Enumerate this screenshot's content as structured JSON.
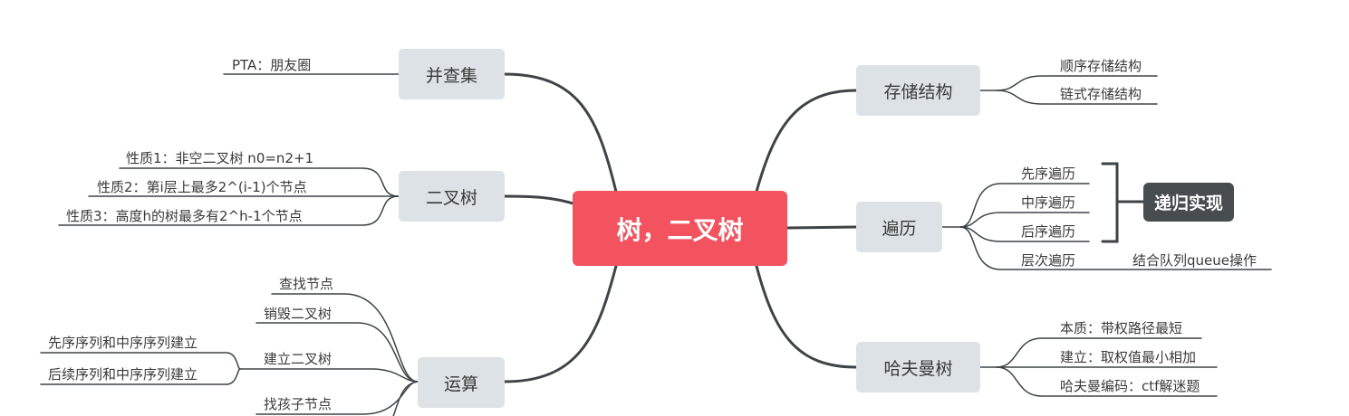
{
  "root": {
    "label": "树，二叉树"
  },
  "left_branches": [
    {
      "label": "并查集",
      "children": [
        "PTA：朋友圈"
      ]
    },
    {
      "label": "二叉树",
      "children": [
        "性质1：非空二叉树 n0=n2+1",
        "性质2：第i层上最多2^(i-1)个节点",
        "性质3：高度h的树最多有2^h-1个节点"
      ]
    },
    {
      "label": "运算",
      "children": [
        "查找节点",
        "销毁二叉树",
        "建立二叉树",
        "找孩子节点"
      ],
      "sub_children": [
        "先序序列和中序序列建立",
        "后续序列和中序序列建立"
      ]
    }
  ],
  "right_branches": [
    {
      "label": "存储结构",
      "children": [
        "顺序存储结构",
        "链式存储结构"
      ]
    },
    {
      "label": "遍历",
      "children": [
        "先序遍历",
        "中序遍历",
        "后序遍历",
        "层次遍历"
      ],
      "note": "递归实现",
      "extra": "结合队列queue操作"
    },
    {
      "label": "哈夫曼树",
      "children": [
        "本质：带权路径最短",
        "建立：取权值最小相加",
        "哈夫曼编码：ctf解迷题"
      ]
    }
  ],
  "colors": {
    "root": "#f3525f",
    "node": "#dce2e5",
    "line": "#3d4347",
    "note": "#474c4f"
  }
}
